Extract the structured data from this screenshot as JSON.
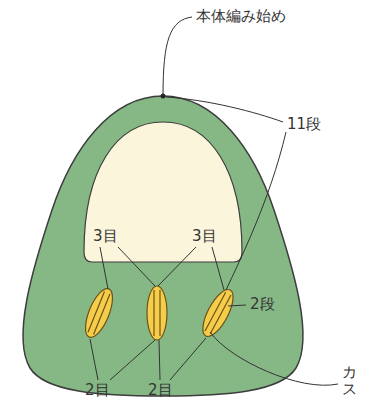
{
  "diagram": {
    "labels": [
      "本体編み始め",
      "11段",
      "3目",
      "3目",
      "2段",
      "2目",
      "2目",
      "カ ス"
    ]
  }
}
